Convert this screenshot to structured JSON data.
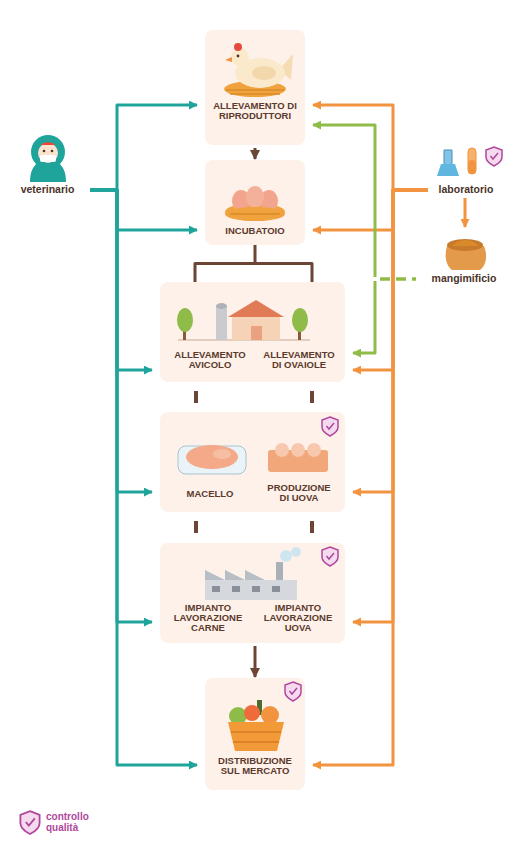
{
  "diagram": {
    "nodes": [
      {
        "text": [
          "ALLEVAMENTO DI RIPRODUTTORI"
        ]
      },
      {
        "text": [
          "INCUBATOIO"
        ]
      },
      {
        "text": [
          "ALLEVAMENTO AVICOLO",
          "ALLEVAMENTO DI OVAIOLE"
        ]
      },
      {
        "text": [
          "MACELLO",
          "PRODUZIONE DI UOVA"
        ]
      },
      {
        "text": [
          "IMPIANTO LAVORAZIONE CARNE",
          "IMPIANTO LAVORAZIONE UOVA"
        ]
      },
      {
        "text": [
          "DISTRIBUZIONE SUL MERCATO"
        ]
      },
      {
        "text": [
          "veterinario"
        ]
      },
      {
        "text": [
          "laboratorio"
        ]
      },
      {
        "text": [
          "mangimificio"
        ]
      }
    ],
    "edges": [
      {
        "from": 0,
        "to": 1,
        "arrow": "to"
      },
      {
        "from": 1,
        "to": 2,
        "arrow": "none"
      },
      {
        "from": 2,
        "to": 3,
        "arrow": "none"
      },
      {
        "from": 2,
        "to": 3,
        "arrow": "none"
      },
      {
        "from": 3,
        "to": 4,
        "arrow": "none"
      },
      {
        "from": 3,
        "to": 4,
        "arrow": "none"
      },
      {
        "from": 4,
        "to": 5,
        "arrow": "to"
      },
      {
        "from": 6,
        "to": 0,
        "arrow": "to"
      },
      {
        "from": 6,
        "to": 1,
        "arrow": "to"
      },
      {
        "from": 6,
        "to": 2,
        "arrow": "to"
      },
      {
        "from": 6,
        "to": 3,
        "arrow": "to"
      },
      {
        "from": 6,
        "to": 4,
        "arrow": "to"
      },
      {
        "from": 6,
        "to": 5,
        "arrow": "to"
      },
      {
        "from": 7,
        "to": 0,
        "arrow": "to"
      },
      {
        "from": 7,
        "to": 1,
        "arrow": "to"
      },
      {
        "from": 7,
        "to": 2,
        "arrow": "to"
      },
      {
        "from": 7,
        "to": 3,
        "arrow": "to"
      },
      {
        "from": 7,
        "to": 4,
        "arrow": "to"
      },
      {
        "from": 7,
        "to": 5,
        "arrow": "to"
      },
      {
        "from": 7,
        "to": 8,
        "arrow": "to"
      },
      {
        "from": 8,
        "to": 0,
        "arrow": "to"
      },
      {
        "from": 8,
        "to": 2,
        "arrow": "to"
      }
    ],
    "legend": [
      {
        "text": "controllo qualità"
      }
    ]
  }
}
